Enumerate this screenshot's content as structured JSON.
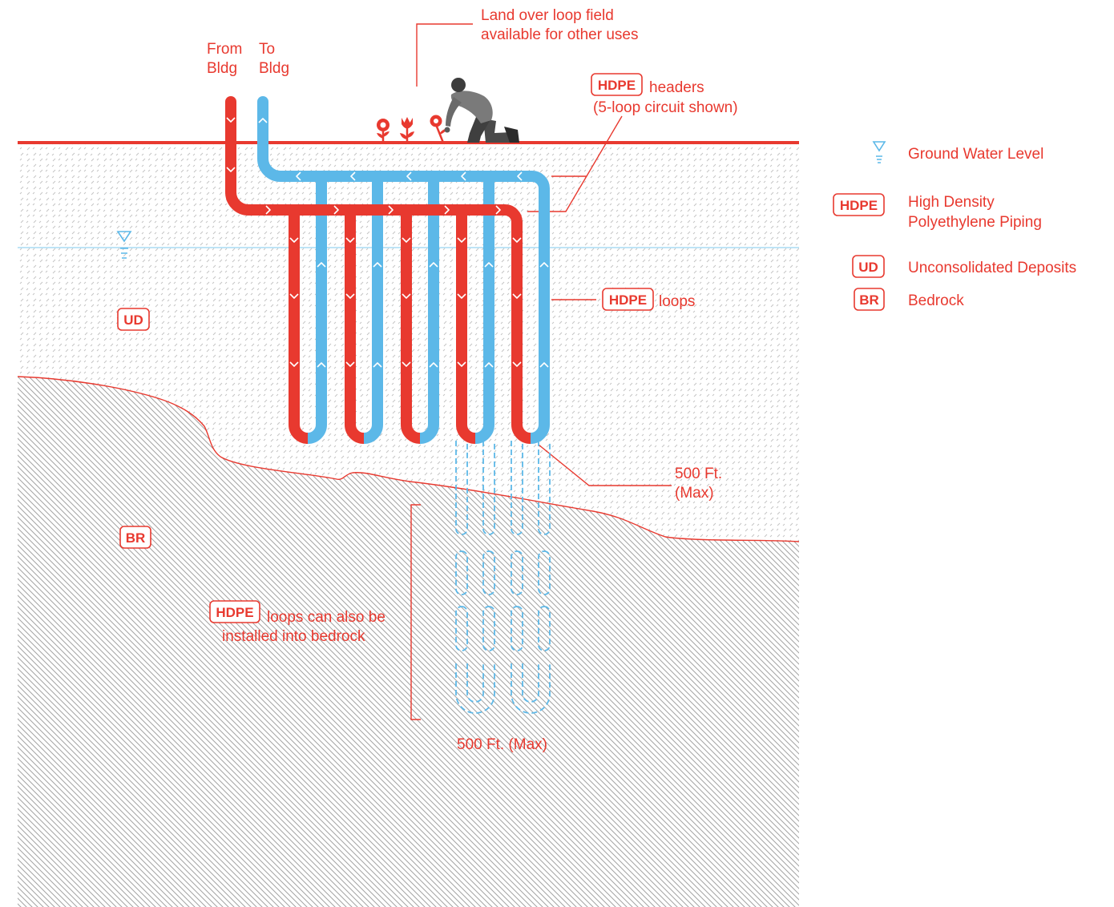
{
  "colors": {
    "supply_pipe": "#e8392f",
    "return_pipe": "#5cb8e8",
    "annotation": "#e8392f",
    "water_table": "#7cc8ee",
    "hatch": "#a3a3a3"
  },
  "pipes": {
    "supply": {
      "line1": "From",
      "line2": "Bldg"
    },
    "return": {
      "line1": "To",
      "line2": "Bldg"
    }
  },
  "surface_note": {
    "line1": "Land over loop field",
    "line2": "available for other uses"
  },
  "headers_note": {
    "badge": "HDPE",
    "text": "headers",
    "subtext": "(5-loop circuit shown)"
  },
  "loops_note": {
    "badge": "HDPE",
    "text": "loops"
  },
  "bedrock_loops_note": {
    "badge": "HDPE",
    "line1": "loops can also be",
    "line2": "installed into bedrock"
  },
  "zones": {
    "ud": "UD",
    "br": "BR",
    "water_icon": "ground-water-level-icon"
  },
  "depth_labels": {
    "unconsolidated": {
      "line1": "500 Ft.",
      "line2": "(Max)"
    },
    "bedrock": "500 Ft. (Max)"
  },
  "legend": {
    "water": {
      "icon": "ground-water-level-icon",
      "label": "Ground Water Level"
    },
    "hdpe": {
      "badge": "HDPE",
      "line1": "High Density",
      "line2": "Polyethylene Piping"
    },
    "ud": {
      "badge": "UD",
      "label": "Unconsolidated Deposits"
    },
    "br": {
      "badge": "BR",
      "label": "Bedrock"
    }
  }
}
